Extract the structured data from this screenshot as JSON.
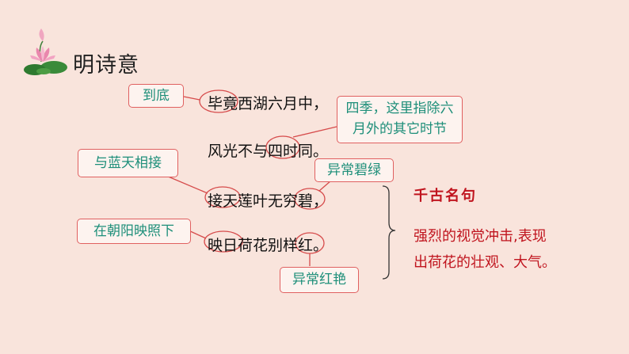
{
  "section_title": "明诗意",
  "poem_lines": [
    "毕竟西湖六月中，",
    "风光不与四时同。",
    "接天莲叶无穷碧，",
    "映日荷花别样红。"
  ],
  "notes": {
    "daodi": "到底",
    "sishi_line1": "四季，这里指除六",
    "sishi_line2": "月外的其它时节",
    "jietian": "与蓝天相接",
    "bi": "异常碧绿",
    "yingri": "在朝阳映照下",
    "hong": "异常红艳"
  },
  "famous_label": "千古名句",
  "analysis_line1": "强烈的视觉冲击,表现",
  "analysis_line2": "出荷花的壮观、大气。",
  "colors": {
    "background": "#f9e4dc",
    "accent_red": "#c0141e",
    "note_teal": "#1e8f7a",
    "box_border": "#e06060"
  },
  "icons": [
    "lotus-icon"
  ]
}
